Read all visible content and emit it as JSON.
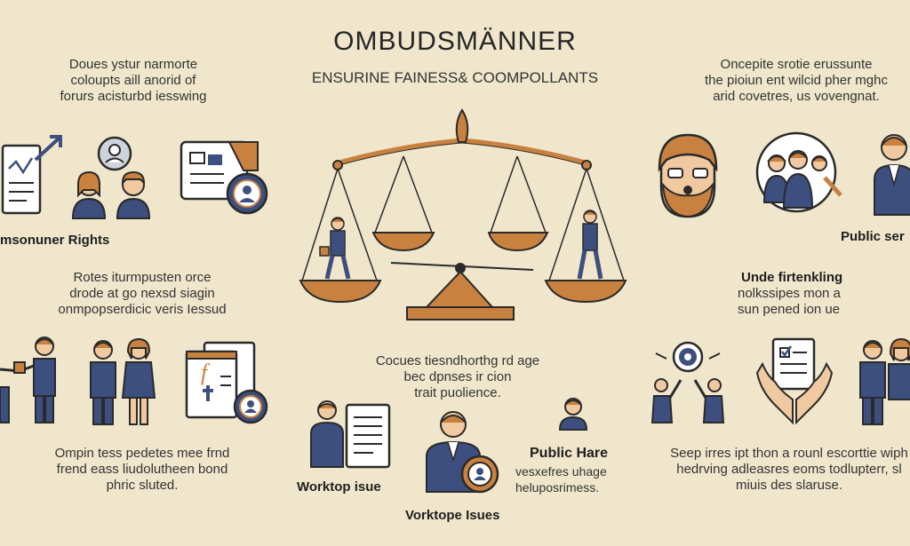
{
  "header": {
    "title": "OMBUDSMÄNNER",
    "subtitle": "ENSURINE FAINESS& COOMPOLLANTS"
  },
  "left_top": {
    "text": [
      "Doues ystur narmorte",
      "coloupts aill anorid of",
      "forurs acisturbd iesswing"
    ],
    "heading": "msonuner Rights"
  },
  "left_mid": {
    "text": [
      "Rotes iturmpusten orce",
      "drode at go nexsd siagin",
      "onmpopserdicic veris Iessud"
    ]
  },
  "left_bottom": {
    "text": [
      "Ompin tess pedetes mee frnd",
      "frend eass liudolutheen bond",
      "phric sluted."
    ]
  },
  "right_top": {
    "text": [
      "Oncepite srotie erussunte",
      "the pioiun ent wilcid pher mghc",
      "arid covetres, us vovengnat."
    ],
    "heading": "Public ser"
  },
  "right_mid": {
    "heading": "Unde firtenkling",
    "text": [
      "nolkssipes mon a",
      "sun pened ion ue"
    ]
  },
  "right_bottom": {
    "text": [
      "Seep irres ipt thon a rounl escorttie wiph",
      "hedrving adleasres eoms todlupterr, sl",
      "miuis des slaruse."
    ]
  },
  "center": {
    "text": [
      "Cocues tiesndhorthg rd age",
      "bec dpnses ir cion",
      "trait puolience."
    ],
    "workplace_left": "Worktop isue",
    "workplace_bottom": "Vorktope Isues",
    "public_title": "Public Hare",
    "public_text": [
      "vesxefres uhage",
      "heluposrimess."
    ]
  },
  "colors": {
    "background": "#efe6cc",
    "accent": "#c8813e",
    "navy": "#3c4f7e",
    "outline": "#2a2a2a"
  }
}
